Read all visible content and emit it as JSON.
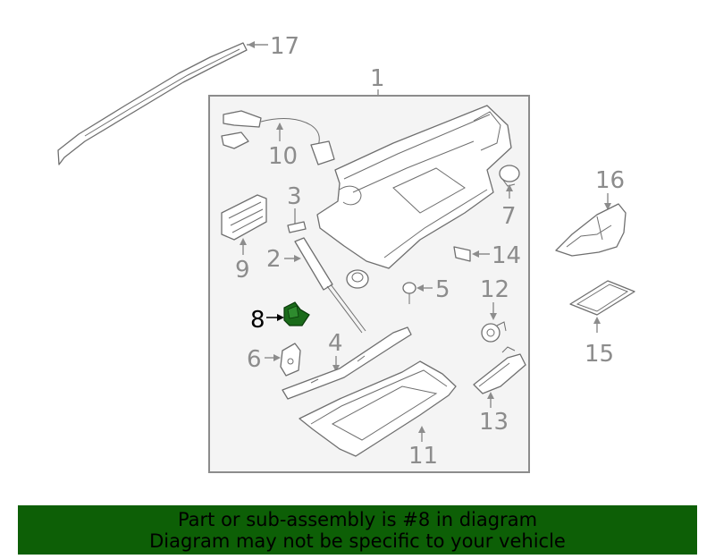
{
  "colors": {
    "highlight_part": "#1a6b1a",
    "banner_background": "#0d5f06",
    "banner_text": "#000000",
    "callout_gray": "#8c8c8c",
    "frame_fill": "#f4f4f4"
  },
  "diagram": {
    "highlighted_part": "8",
    "callouts": {
      "c1": "1",
      "c2": "2",
      "c3": "3",
      "c4": "4",
      "c5": "5",
      "c6": "6",
      "c7": "7",
      "c8": "8",
      "c9": "9",
      "c10": "10",
      "c11": "11",
      "c12": "12",
      "c13": "13",
      "c14": "14",
      "c15": "15",
      "c16": "16",
      "c17": "17"
    }
  },
  "banner": {
    "line1": "Part or sub-assembly is #8 in diagram",
    "line2": "Diagram may not be specific to your vehicle"
  }
}
